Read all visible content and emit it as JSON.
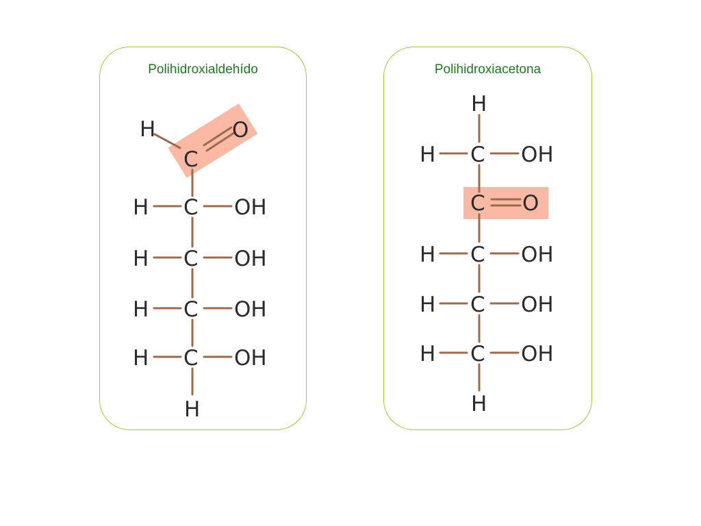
{
  "colors": {
    "panel_border": "#9ccc3c",
    "title": "#1f7a1f",
    "bond": "#9b6b4e",
    "highlight": "#f9b9a4",
    "atom": "#2b2b2b"
  },
  "panels": [
    {
      "title": "Polihidroxialdehído",
      "top_group": {
        "h": "H",
        "c": "C",
        "o": "O"
      },
      "rows": [
        {
          "left": "H",
          "center": "C",
          "right": "OH"
        },
        {
          "left": "H",
          "center": "C",
          "right": "OH"
        },
        {
          "left": "H",
          "center": "C",
          "right": "OH"
        },
        {
          "left": "H",
          "center": "C",
          "right": "OH"
        }
      ],
      "bottom": "H"
    },
    {
      "title": "Polihidroxiacetona",
      "top": "H",
      "rows": [
        {
          "left": "H",
          "center": "C",
          "right": "OH"
        },
        {
          "left": "",
          "center": "C",
          "right": "O"
        },
        {
          "left": "H",
          "center": "C",
          "right": "OH"
        },
        {
          "left": "H",
          "center": "C",
          "right": "OH"
        },
        {
          "left": "H",
          "center": "C",
          "right": "OH"
        }
      ],
      "bottom": "H"
    }
  ]
}
